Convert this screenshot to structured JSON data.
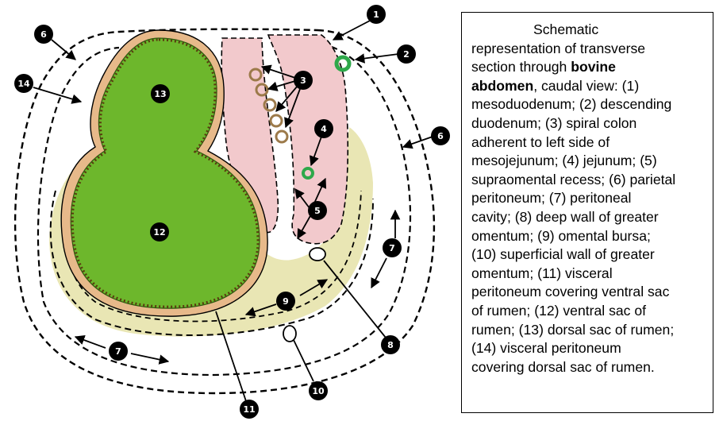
{
  "colors": {
    "rumen_green": "#6db72c",
    "rumen_outline": "#e7b98a",
    "omentum_yellow": "#e9e6b4",
    "mesentery_pink": "#f2c9cc",
    "duodenum_green": "#2ea84a",
    "label_black": "#000000"
  },
  "labels": {
    "l1": "1",
    "l2": "2",
    "l3": "3",
    "l4": "4",
    "l5": "5",
    "l6a": "6",
    "l6b": "6",
    "l7a": "7",
    "l7b": "7",
    "l8": "8",
    "l9": "9",
    "l10": "10",
    "l11": "11",
    "l12": "12",
    "l13": "13",
    "l14": "14"
  },
  "caption": {
    "line1": "Schematic",
    "line2": "representation of transverse",
    "line3_pre": "section through ",
    "line3_bold": "bovine",
    "line4_bold": "abdomen",
    "line4_post": ", caudal view: (1)",
    "line5": "mesoduodenum; (2) descending",
    "line6": "duodenum; (3) spiral colon",
    "line7": "adherent to left side of",
    "line8": "mesojejunum; (4) jejunum; (5)",
    "line9": "supraomental recess; (6) parietal",
    "line10": "peritoneum; (7) peritoneal",
    "line11": "cavity; (8) deep wall of greater",
    "line12": "omentum; (9) omental bursa;",
    "line13": "(10) superficial wall of greater",
    "line14": "omentum; (11) visceral",
    "line15": "peritoneum covering ventral sac",
    "line16": "of rumen; (12) ventral sac of",
    "line17": "rumen; (13) dorsal sac of rumen;",
    "line18": "(14) visceral peritoneum",
    "line19": "covering dorsal sac of rumen."
  }
}
